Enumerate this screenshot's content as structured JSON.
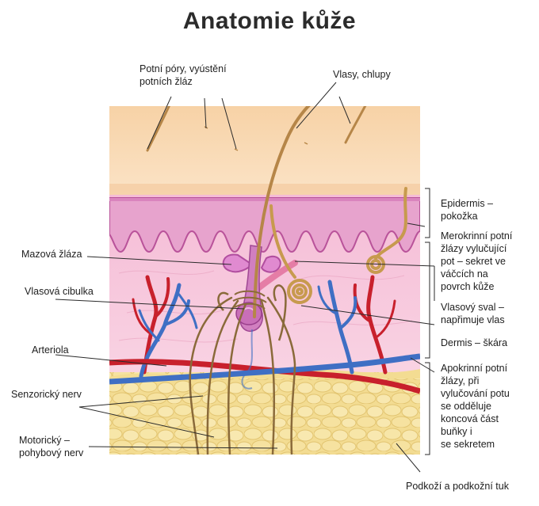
{
  "title": "Anatomie kůže",
  "labels": {
    "sweat_pores": [
      "Potní póry, vyústění",
      "potních žláz"
    ],
    "hairs": "Vlasy, chlupy",
    "epidermis": [
      "Epidermis –",
      "pokožka"
    ],
    "merocrine": [
      "Merokrinní potní",
      "žlázy vylučující",
      "pot – sekret ve",
      "váčcích na",
      "povrch kůže"
    ],
    "sebaceous": "Mazová žláza",
    "hair_bulb": "Vlasová cibulka",
    "arrector": [
      "Vlasový sval –",
      "napřimuje vlas"
    ],
    "dermis": "Dermis – škára",
    "arteriole": "Arteriola",
    "apocrine": [
      "Apokrinní potní",
      "žlázy, při",
      "vylučování potu",
      "se odděluje",
      "koncová část",
      "buňky i",
      "se sekretem"
    ],
    "sensory_nerve": "Senzorický nerv",
    "motor_nerve": [
      "Motorický –",
      "pohybový nerv"
    ],
    "subcutis": "Podkoží a podkožní tuk"
  },
  "colors": {
    "epidermis_top": "#f9d9b0",
    "basal_layer": "#e9a8d0",
    "dermis": "#f7c6da",
    "fat": "#f3dc92",
    "artery": "#c8202c",
    "vein": "#3f6fc4",
    "hair": "#b68648",
    "nerve": "#8a6a3a"
  }
}
